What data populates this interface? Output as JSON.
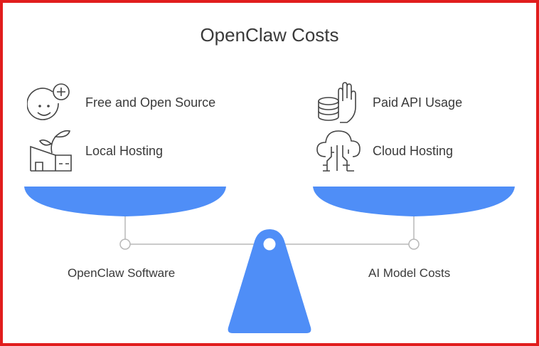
{
  "title": "OpenClaw Costs",
  "left": {
    "items": [
      {
        "label": "Free and Open Source",
        "icon": "smiley-plus-icon"
      },
      {
        "label": "Local Hosting",
        "icon": "house-plant-icon"
      }
    ],
    "label": "OpenClaw Software"
  },
  "right": {
    "items": [
      {
        "label": "Paid API Usage",
        "icon": "coins-hand-icon"
      },
      {
        "label": "Cloud Hosting",
        "icon": "cloud-circuit-icon"
      }
    ],
    "label": "AI Model Costs"
  },
  "colors": {
    "accent": "#4f8ef7",
    "border": "#e11d1d",
    "line": "#b8b8b8",
    "text": "#3a3a3a"
  }
}
